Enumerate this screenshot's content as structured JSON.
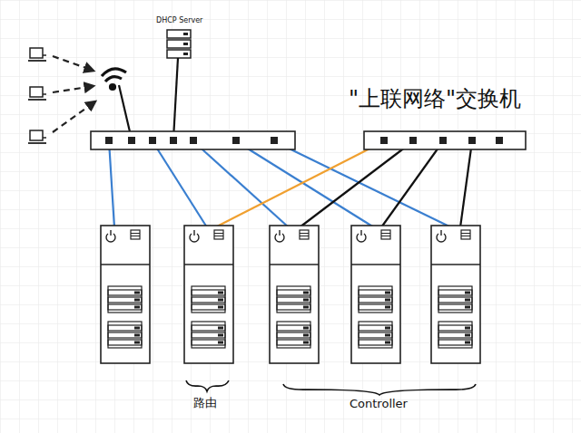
{
  "diagram": {
    "nodes": [
      {
        "text": [
          "DHCP Server"
        ]
      },
      {
        "text": [
          "\"上联网络\"交换机"
        ]
      }
    ],
    "labels": [
      "路由",
      "Controller"
    ]
  }
}
